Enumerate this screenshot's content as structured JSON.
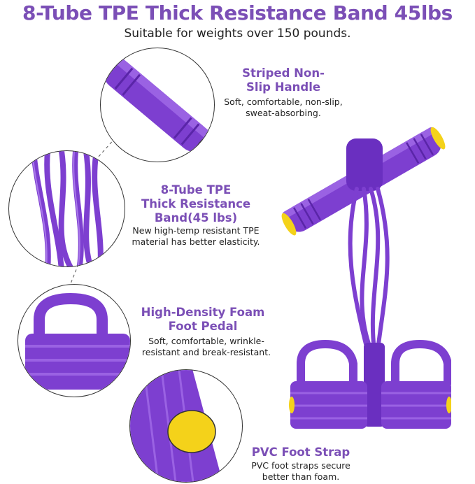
{
  "header": {
    "title": "8-Tube TPE Thick Resistance Band 45lbs",
    "subtitle": "Suitable for weights over 150 pounds."
  },
  "features": [
    {
      "title_lines": [
        "Striped Non-",
        "Slip Handle"
      ],
      "desc_lines": [
        "Soft, comfortable, non-slip,",
        "sweat-absorbing."
      ]
    },
    {
      "title_lines": [
        "8-Tube TPE",
        "Thick Resistance",
        "Band(45 lbs)"
      ],
      "desc_lines": [
        "New high-temp resistant TPE",
        "material has better elasticity."
      ]
    },
    {
      "title_lines": [
        "High-Density Foam",
        "Foot Pedal"
      ],
      "desc_lines": [
        "Soft, comfortable, wrinkle-",
        "resistant and break-resistant."
      ]
    },
    {
      "title_lines": [
        "PVC Foot Strap"
      ],
      "desc_lines": [
        "PVC foot straps secure",
        "better than foam."
      ]
    }
  ],
  "colors": {
    "accent_purple": "#7b4fb6",
    "product_purple": "#7d3fd0",
    "product_dark": "#5a25a8",
    "end_cap_yellow": "#f4d21a"
  },
  "icons": [
    "handle-closeup",
    "tubes-closeup",
    "foot-pedal-closeup",
    "foot-strap-closeup",
    "product-photo"
  ]
}
